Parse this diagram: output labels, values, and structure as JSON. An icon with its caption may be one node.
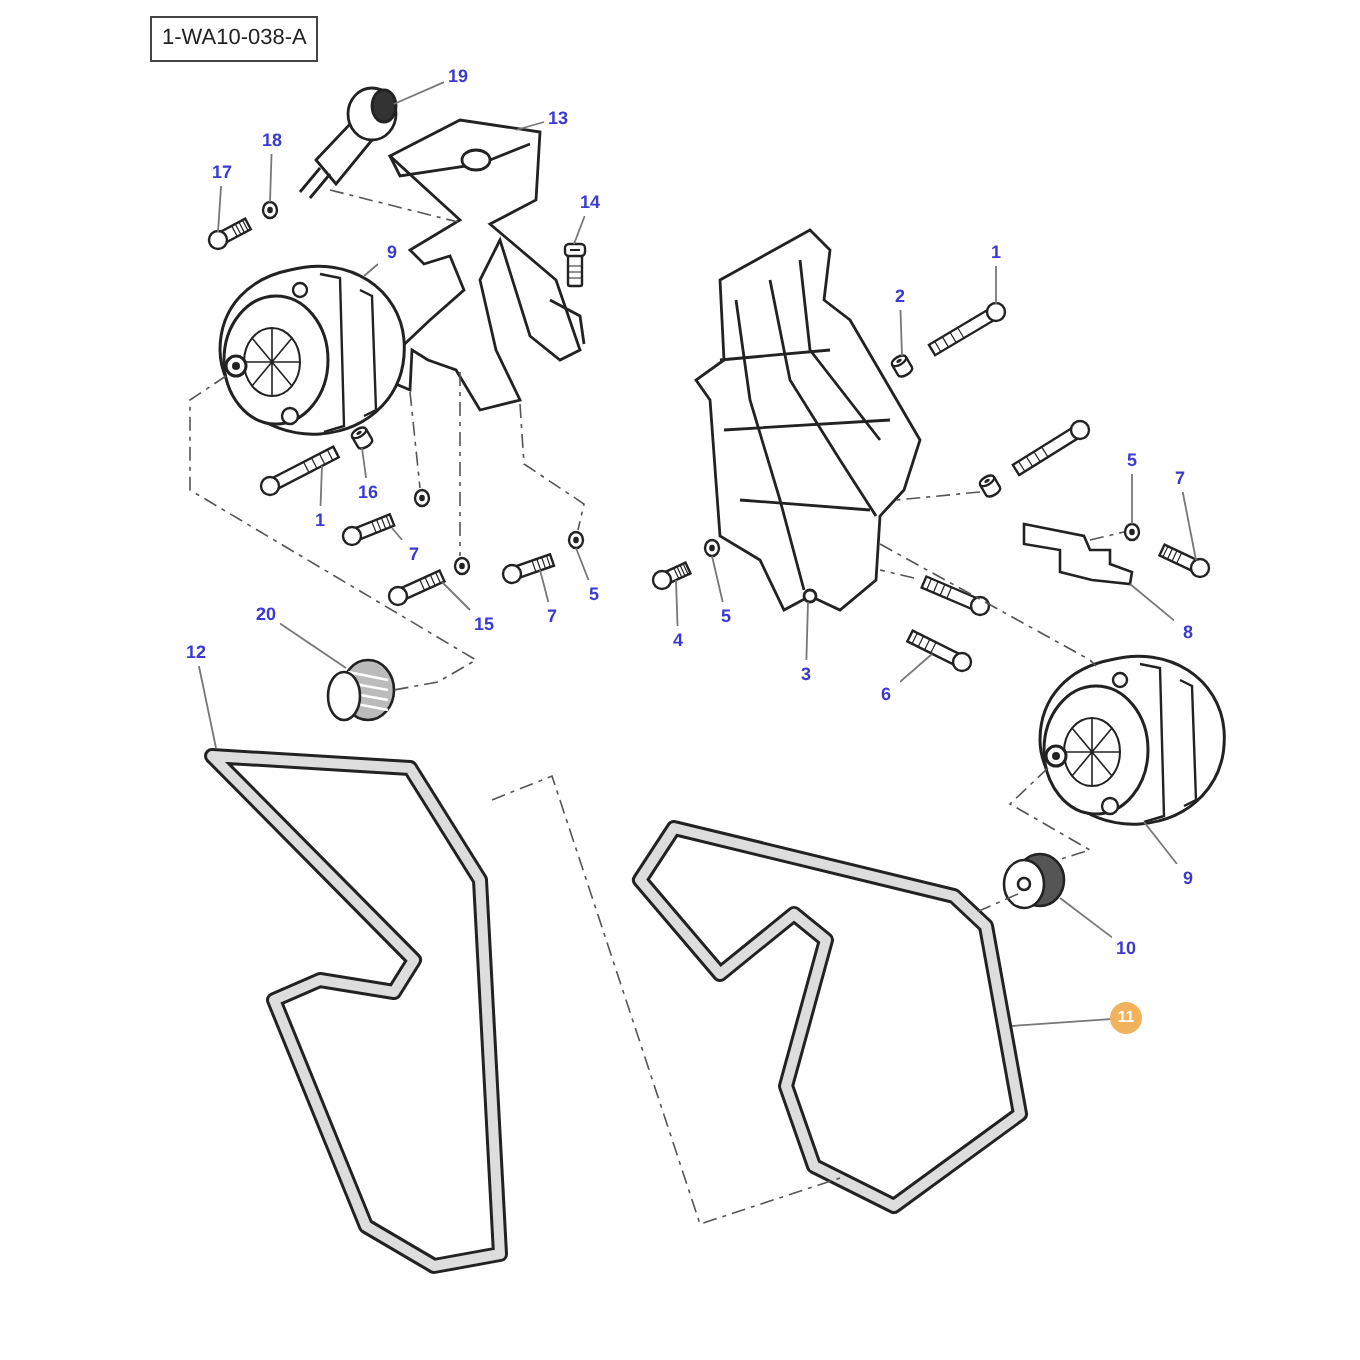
{
  "diagram": {
    "title": "1-WA10-038-A",
    "nodes": [
      {
        "text": [
          "19"
        ]
      },
      {
        "text": [
          "13"
        ]
      },
      {
        "text": [
          "18"
        ]
      },
      {
        "text": [
          "17"
        ]
      },
      {
        "text": [
          "14"
        ]
      },
      {
        "text": [
          "9"
        ]
      },
      {
        "text": [
          "1"
        ]
      },
      {
        "text": [
          "2"
        ]
      },
      {
        "text": [
          "5"
        ]
      },
      {
        "text": [
          "7"
        ]
      },
      {
        "text": [
          "16"
        ]
      },
      {
        "text": [
          "1"
        ]
      },
      {
        "text": [
          "7"
        ]
      },
      {
        "text": [
          "5"
        ]
      },
      {
        "text": [
          "20"
        ]
      },
      {
        "text": [
          "7"
        ]
      },
      {
        "text": [
          "5"
        ]
      },
      {
        "text": [
          "15"
        ]
      },
      {
        "text": [
          "8"
        ]
      },
      {
        "text": [
          "4"
        ]
      },
      {
        "text": [
          "12"
        ]
      },
      {
        "text": [
          "3"
        ]
      },
      {
        "text": [
          "6"
        ]
      },
      {
        "text": [
          "9"
        ]
      },
      {
        "text": [
          "10"
        ]
      },
      {
        "text": [
          "11"
        ]
      },
      {
        "text": [],
        "shape": "picture"
      },
      {
        "text": [],
        "shape": "picture"
      },
      {
        "text": [],
        "shape": "picture"
      },
      {
        "text": [],
        "shape": "picture"
      },
      {
        "text": [],
        "shape": "picture"
      },
      {
        "text": [],
        "shape": "picture"
      },
      {
        "text": [],
        "shape": "picture"
      },
      {
        "text": [],
        "shape": "cylinder"
      },
      {
        "text": [],
        "shape": "picture"
      },
      {
        "text": [],
        "shape": "picture"
      },
      {
        "text": [],
        "shape": "cylinder"
      },
      {
        "text": [],
        "shape": "picture"
      },
      {
        "text": [],
        "shape": "picture"
      },
      {
        "text": [],
        "shape": "picture"
      },
      {
        "text": [],
        "shape": "picture"
      },
      {
        "text": [],
        "shape": "picture"
      },
      {
        "text": [],
        "shape": "picture"
      },
      {
        "text": [],
        "shape": "picture"
      },
      {
        "text": [],
        "shape": "picture"
      },
      {
        "text": [],
        "shape": "picture"
      },
      {
        "text": [],
        "shape": "picture"
      },
      {
        "text": [],
        "shape": "picture"
      },
      {
        "text": [],
        "shape": "picture"
      },
      {
        "text": [],
        "shape": "picture"
      },
      {
        "text": [],
        "shape": "picture"
      },
      {
        "text": [],
        "shape": "picture"
      },
      {
        "text": [],
        "shape": "picture"
      },
      {
        "text": [],
        "shape": "cylinder"
      },
      {
        "text": [],
        "shape": "picture"
      },
      {
        "text": [],
        "shape": "picture"
      },
      {
        "text": [],
        "shape": "picture"
      }
    ],
    "edges": [
      {
        "from": 0,
        "to": 26,
        "arrow": "none"
      },
      {
        "from": 1,
        "to": 27,
        "arrow": "none"
      },
      {
        "from": 2,
        "to": 28,
        "arrow": "none"
      },
      {
        "from": 3,
        "to": 29,
        "arrow": "none"
      },
      {
        "from": 4,
        "to": 30,
        "arrow": "none"
      },
      {
        "from": 5,
        "to": 31,
        "arrow": "none"
      },
      {
        "from": 6,
        "to": 32,
        "arrow": "none"
      },
      {
        "from": 7,
        "to": 33,
        "arrow": "none"
      },
      {
        "from": 8,
        "to": 34,
        "arrow": "none"
      },
      {
        "from": 9,
        "to": 35,
        "arrow": "none"
      },
      {
        "from": 10,
        "to": 36,
        "arrow": "none"
      },
      {
        "from": 11,
        "to": 37,
        "arrow": "none"
      },
      {
        "from": 12,
        "to": 38,
        "arrow": "none"
      },
      {
        "from": 13,
        "to": 39,
        "arrow": "none"
      },
      {
        "from": 14,
        "to": 40,
        "arrow": "none"
      },
      {
        "from": 15,
        "to": 41,
        "arrow": "none"
      },
      {
        "from": 16,
        "to": 42,
        "arrow": "none"
      },
      {
        "from": 17,
        "to": 43,
        "arrow": "none"
      },
      {
        "from": 18,
        "to": 44,
        "arrow": "none"
      },
      {
        "from": 19,
        "to": 45,
        "arrow": "none"
      },
      {
        "from": 20,
        "to": 46,
        "arrow": "none"
      },
      {
        "from": 21,
        "to": 47,
        "arrow": "none"
      },
      {
        "from": 22,
        "to": 48,
        "arrow": "none"
      },
      {
        "from": 23,
        "to": 49,
        "arrow": "none"
      },
      {
        "from": 24,
        "to": 50,
        "arrow": "none"
      },
      {
        "from": 25,
        "to": 51,
        "arrow": "none"
      },
      {
        "from": 31,
        "to": 40,
        "arrow": "none",
        "style": "dashed"
      },
      {
        "from": 26,
        "to": 27,
        "arrow": "none",
        "style": "dashed"
      },
      {
        "from": 27,
        "to": 56,
        "arrow": "none",
        "style": "dashed"
      },
      {
        "from": 27,
        "to": 55,
        "arrow": "none",
        "style": "dashed"
      },
      {
        "from": 27,
        "to": 39,
        "arrow": "none",
        "style": "dashed"
      },
      {
        "from": 46,
        "to": 51,
        "arrow": "none",
        "style": "dashed"
      },
      {
        "from": 53,
        "to": 47,
        "arrow": "none",
        "style": "dashed"
      },
      {
        "from": 44,
        "to": 34,
        "arrow": "none",
        "style": "dashed"
      },
      {
        "from": 47,
        "to": 49,
        "arrow": "none",
        "style": "dashed"
      },
      {
        "from": 49,
        "to": 50,
        "arrow": "none",
        "style": "dashed"
      },
      {
        "from": 50,
        "to": 51,
        "arrow": "none",
        "style": "dashed"
      },
      {
        "from": 54,
        "to": 47,
        "arrow": "none",
        "style": "dashed"
      }
    ]
  }
}
